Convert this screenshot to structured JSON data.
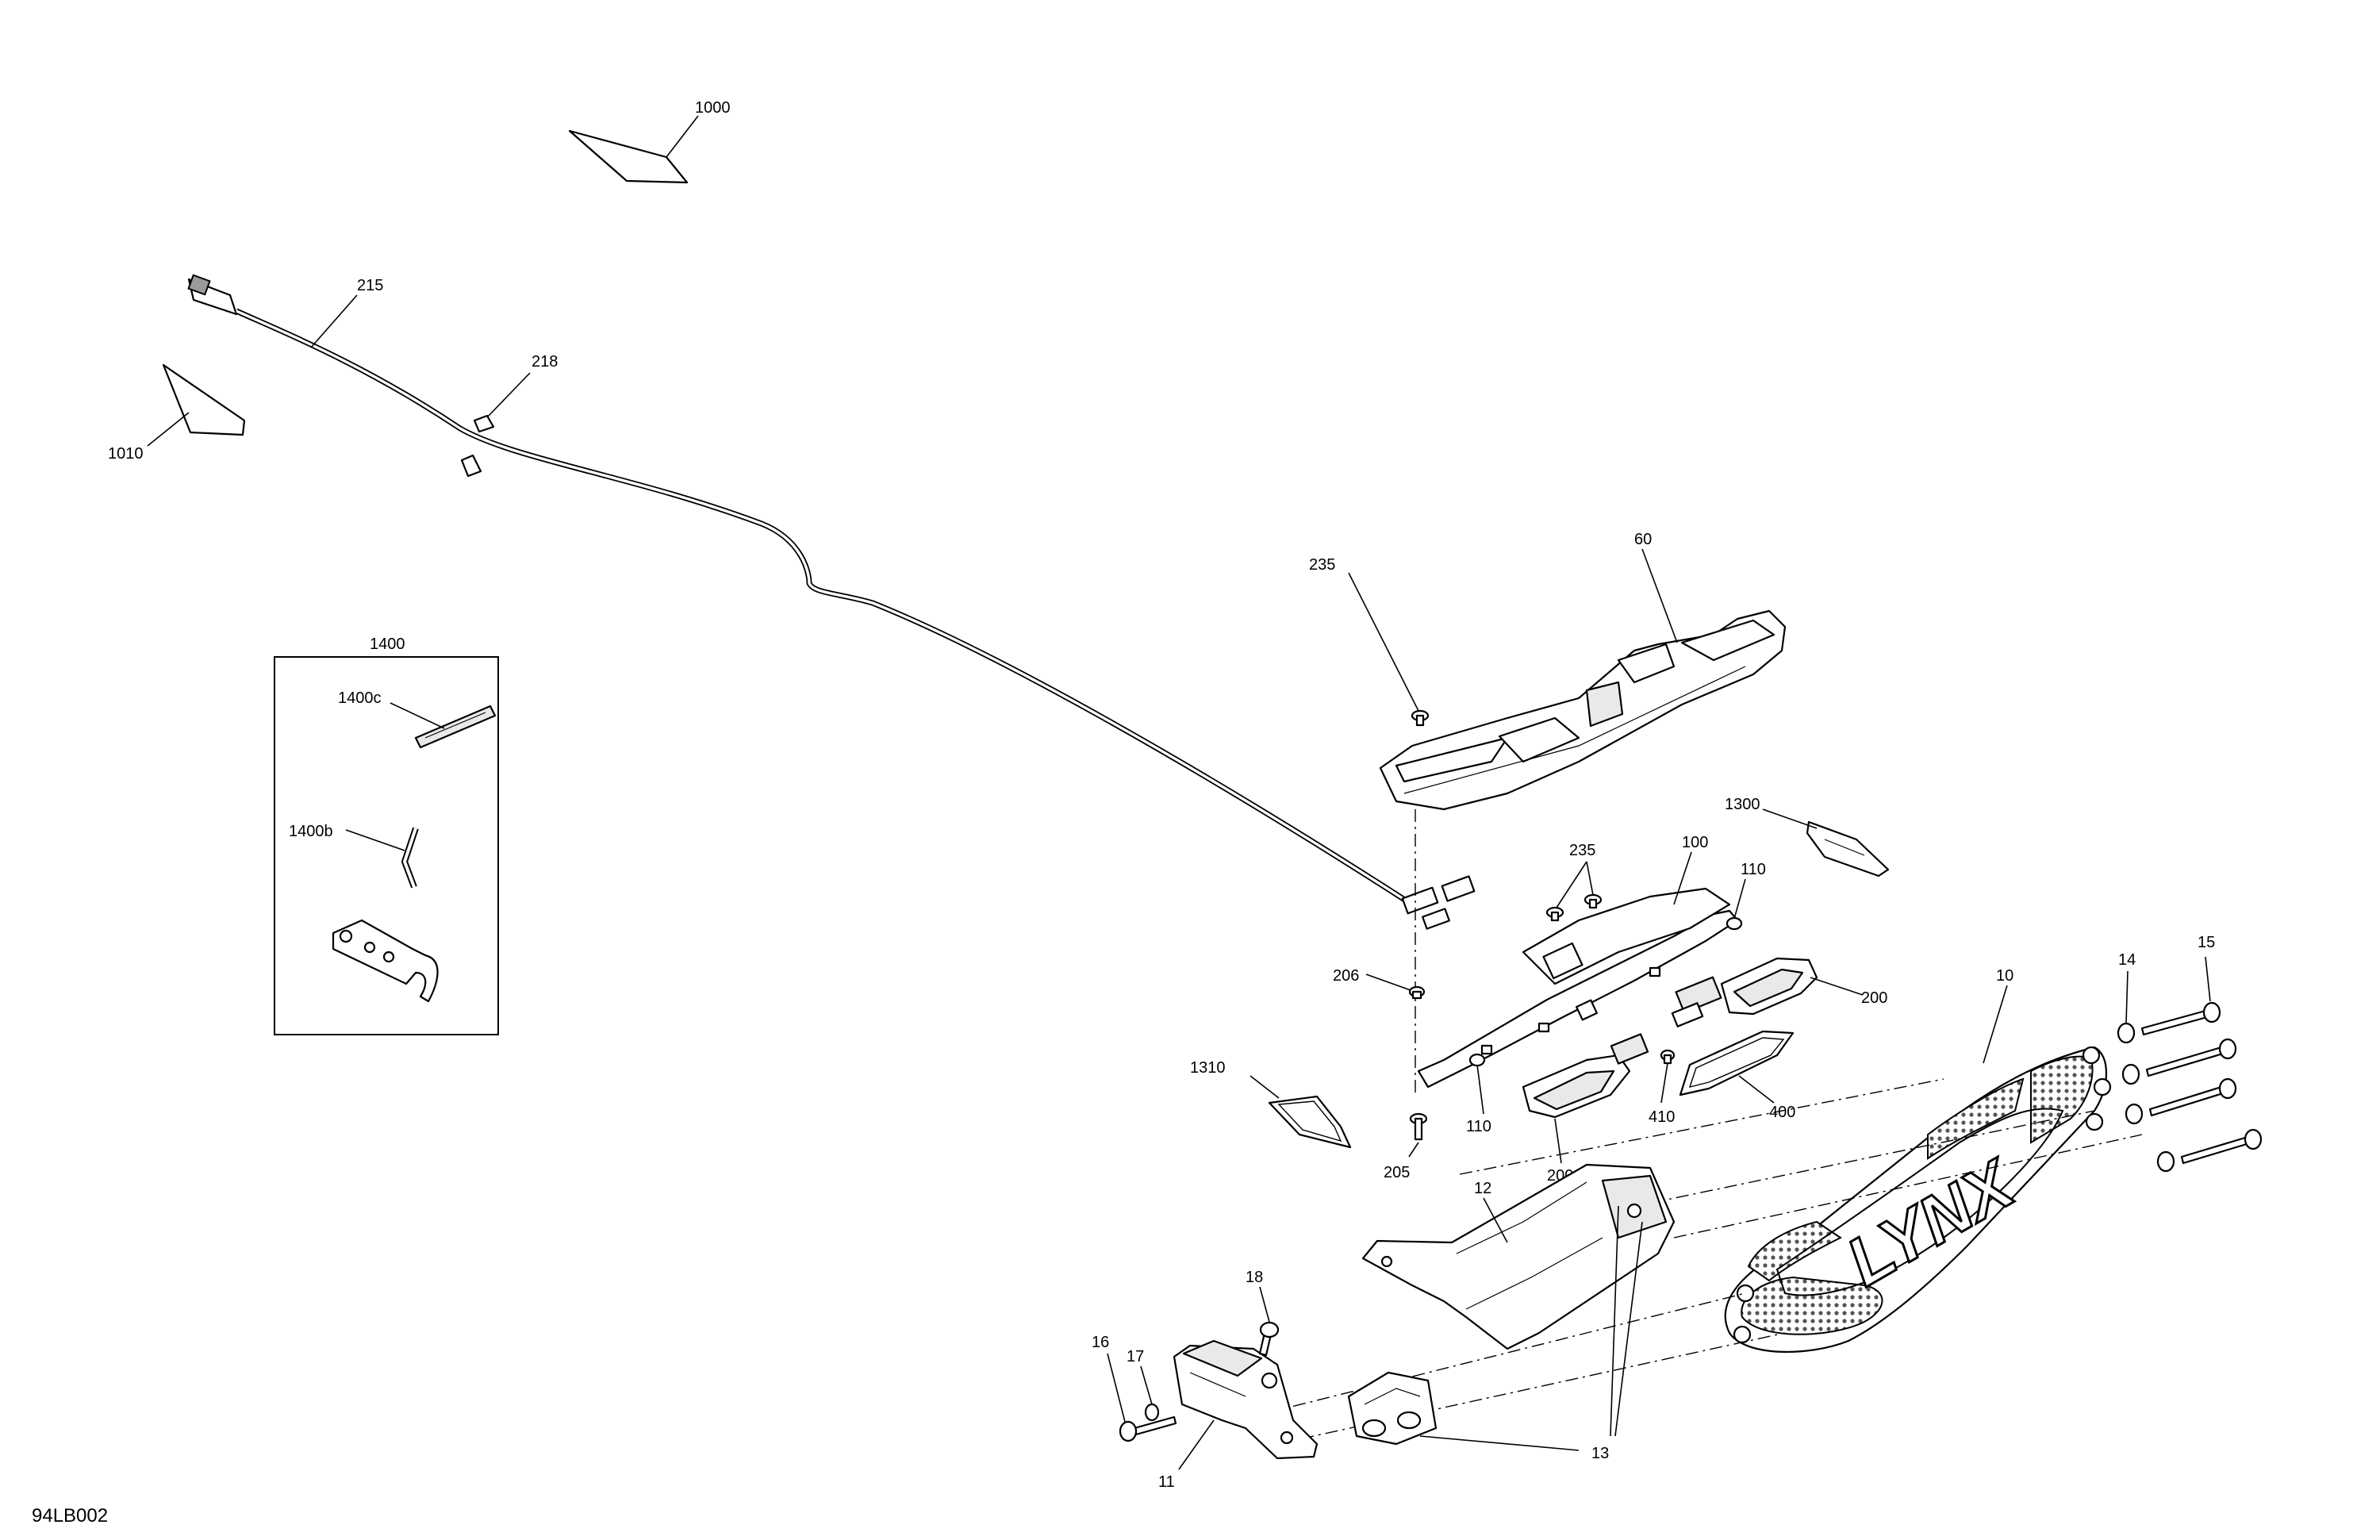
{
  "diagram_code": "94LB002",
  "kit_box_label": "1400",
  "callouts": [
    {
      "id": "c1000",
      "text": "1000"
    },
    {
      "id": "c1010",
      "text": "1010"
    },
    {
      "id": "c215",
      "text": "215"
    },
    {
      "id": "c218",
      "text": "218"
    },
    {
      "id": "c1400c",
      "text": "1400c"
    },
    {
      "id": "c1400b",
      "text": "1400b"
    },
    {
      "id": "c235a",
      "text": "235"
    },
    {
      "id": "c60",
      "text": "60"
    },
    {
      "id": "c1300",
      "text": "1300"
    },
    {
      "id": "c235b",
      "text": "235"
    },
    {
      "id": "c100",
      "text": "100"
    },
    {
      "id": "c110a",
      "text": "110"
    },
    {
      "id": "c200a",
      "text": "200"
    },
    {
      "id": "c206",
      "text": "206"
    },
    {
      "id": "c1310",
      "text": "1310"
    },
    {
      "id": "c110b",
      "text": "110"
    },
    {
      "id": "c205",
      "text": "205"
    },
    {
      "id": "c200b",
      "text": "200"
    },
    {
      "id": "c410",
      "text": "410"
    },
    {
      "id": "c400",
      "text": "400"
    },
    {
      "id": "c10",
      "text": "10"
    },
    {
      "id": "c14",
      "text": "14"
    },
    {
      "id": "c15",
      "text": "15"
    },
    {
      "id": "c12",
      "text": "12"
    },
    {
      "id": "c18",
      "text": "18"
    },
    {
      "id": "c16",
      "text": "16"
    },
    {
      "id": "c17",
      "text": "17"
    },
    {
      "id": "c11",
      "text": "11"
    },
    {
      "id": "c13",
      "text": "13"
    }
  ],
  "logo_text": "LYNX"
}
